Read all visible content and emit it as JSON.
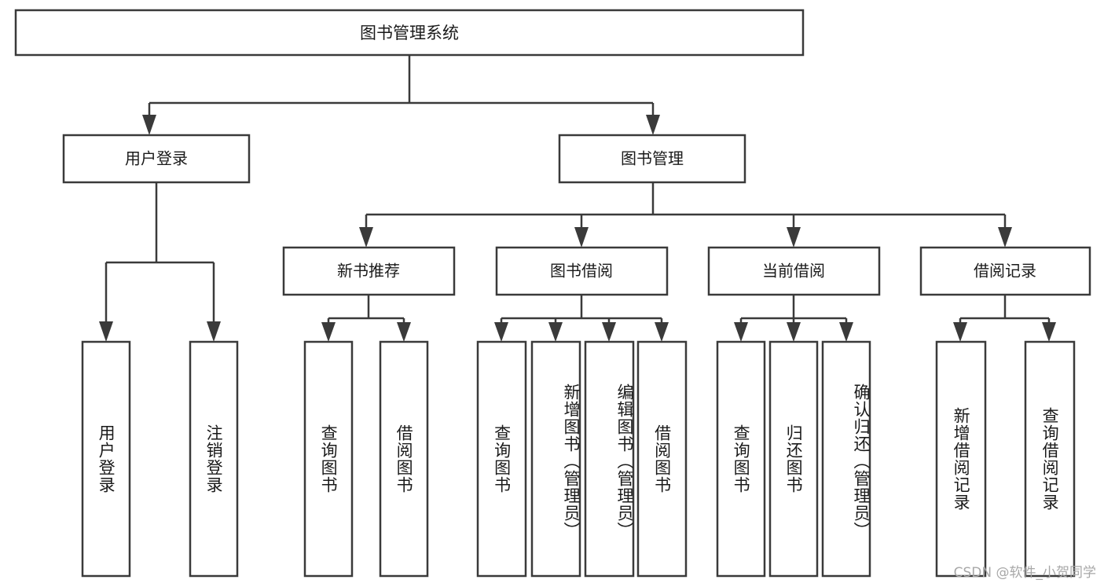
{
  "diagram": {
    "type": "tree",
    "title": "图书管理系统",
    "root": {
      "id": "root",
      "label": "图书管理系统"
    },
    "level1": [
      {
        "id": "user-login",
        "label": "用户登录"
      },
      {
        "id": "book-manage",
        "label": "图书管理"
      }
    ],
    "level2": [
      {
        "id": "new-book-recommend",
        "label": "新书推荐"
      },
      {
        "id": "book-borrow",
        "label": "图书借阅"
      },
      {
        "id": "current-borrow",
        "label": "当前借阅"
      },
      {
        "id": "borrow-record",
        "label": "借阅记录"
      }
    ],
    "leaves": {
      "user_login": [
        {
          "id": "leaf-user-login",
          "label": "用户登录"
        },
        {
          "id": "leaf-logout-login",
          "label": "注销登录"
        }
      ],
      "new_book_recommend": [
        {
          "id": "leaf-query-book-1",
          "label": "查询图书"
        },
        {
          "id": "leaf-borrow-book-1",
          "label": "借阅图书"
        }
      ],
      "book_borrow": [
        {
          "id": "leaf-query-book-2",
          "label": "查询图书"
        },
        {
          "id": "leaf-add-book",
          "label": "新增图书（管理员）"
        },
        {
          "id": "leaf-edit-book",
          "label": "编辑图书（管理员）"
        },
        {
          "id": "leaf-borrow-book-2",
          "label": "借阅图书"
        }
      ],
      "current_borrow": [
        {
          "id": "leaf-query-book-3",
          "label": "查询图书"
        },
        {
          "id": "leaf-return-book",
          "label": "归还图书"
        },
        {
          "id": "leaf-confirm-return",
          "label": "确认归还（管理员）"
        }
      ],
      "borrow_record": [
        {
          "id": "leaf-add-record",
          "label": "新增借阅记录"
        },
        {
          "id": "leaf-query-record",
          "label": "查询借阅记录"
        }
      ]
    },
    "colors": {
      "stroke": "#3a3a3a",
      "fill": "#ffffff",
      "text": "#1a1a1a",
      "watermark": "#a8a8a8"
    }
  },
  "watermark": {
    "text": "CSDN @软件_小贺同学"
  }
}
